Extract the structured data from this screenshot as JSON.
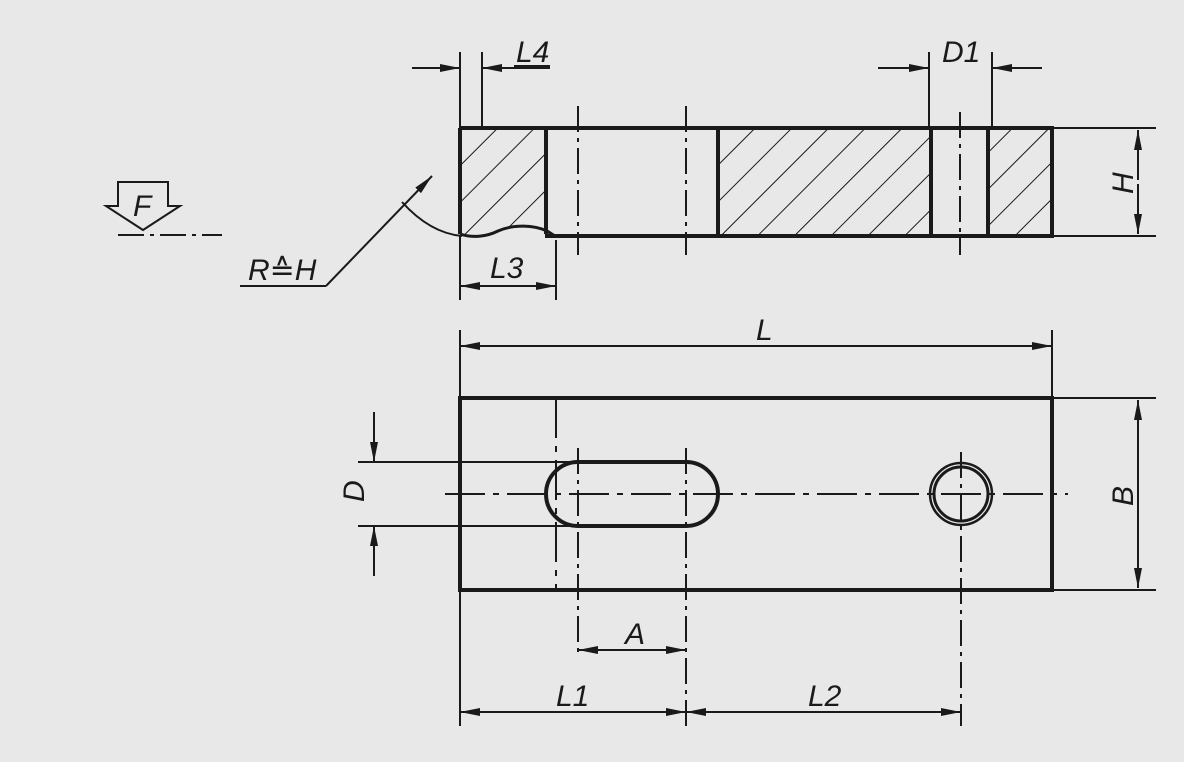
{
  "drawing": {
    "background": "#e8e8e8",
    "line_color": "#1a1a1a",
    "labels": {
      "l4": "L4",
      "d1": "D1",
      "h": "H",
      "f": "F",
      "radius": "R≙H",
      "l3": "L3",
      "l": "L",
      "b": "B",
      "d": "D",
      "a": "A",
      "l1": "L1",
      "l2": "L2"
    }
  }
}
